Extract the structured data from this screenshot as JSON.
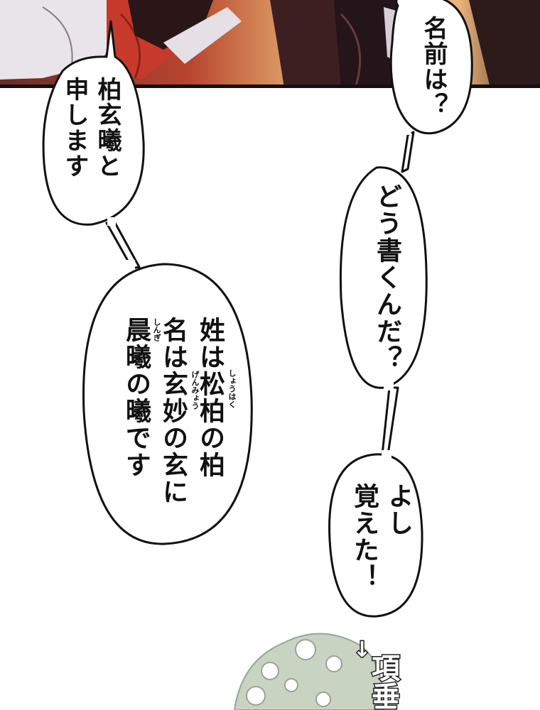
{
  "bubbles": {
    "name_question": "名前は？",
    "self_intro": "柏玄曦と\n申します",
    "how_write": "どう書くんだ？",
    "explanation": "姓は松柏の柏\n名は玄妙の玄に\n晨曦の曦です",
    "got_it": "よし\n覚えた！"
  },
  "ruby": {
    "shouhaku": "しょうはく",
    "genmyou": "げんみょう",
    "shingi": "しんぎ"
  },
  "sfx": {
    "arrow": "↓",
    "text": "項垂"
  },
  "colors": {
    "panel_bg": "#d9925a",
    "panel_dark": "#3b1b1c",
    "panel_red": "#c8322a",
    "border": "#111111",
    "moss": "#c9d3c2"
  }
}
